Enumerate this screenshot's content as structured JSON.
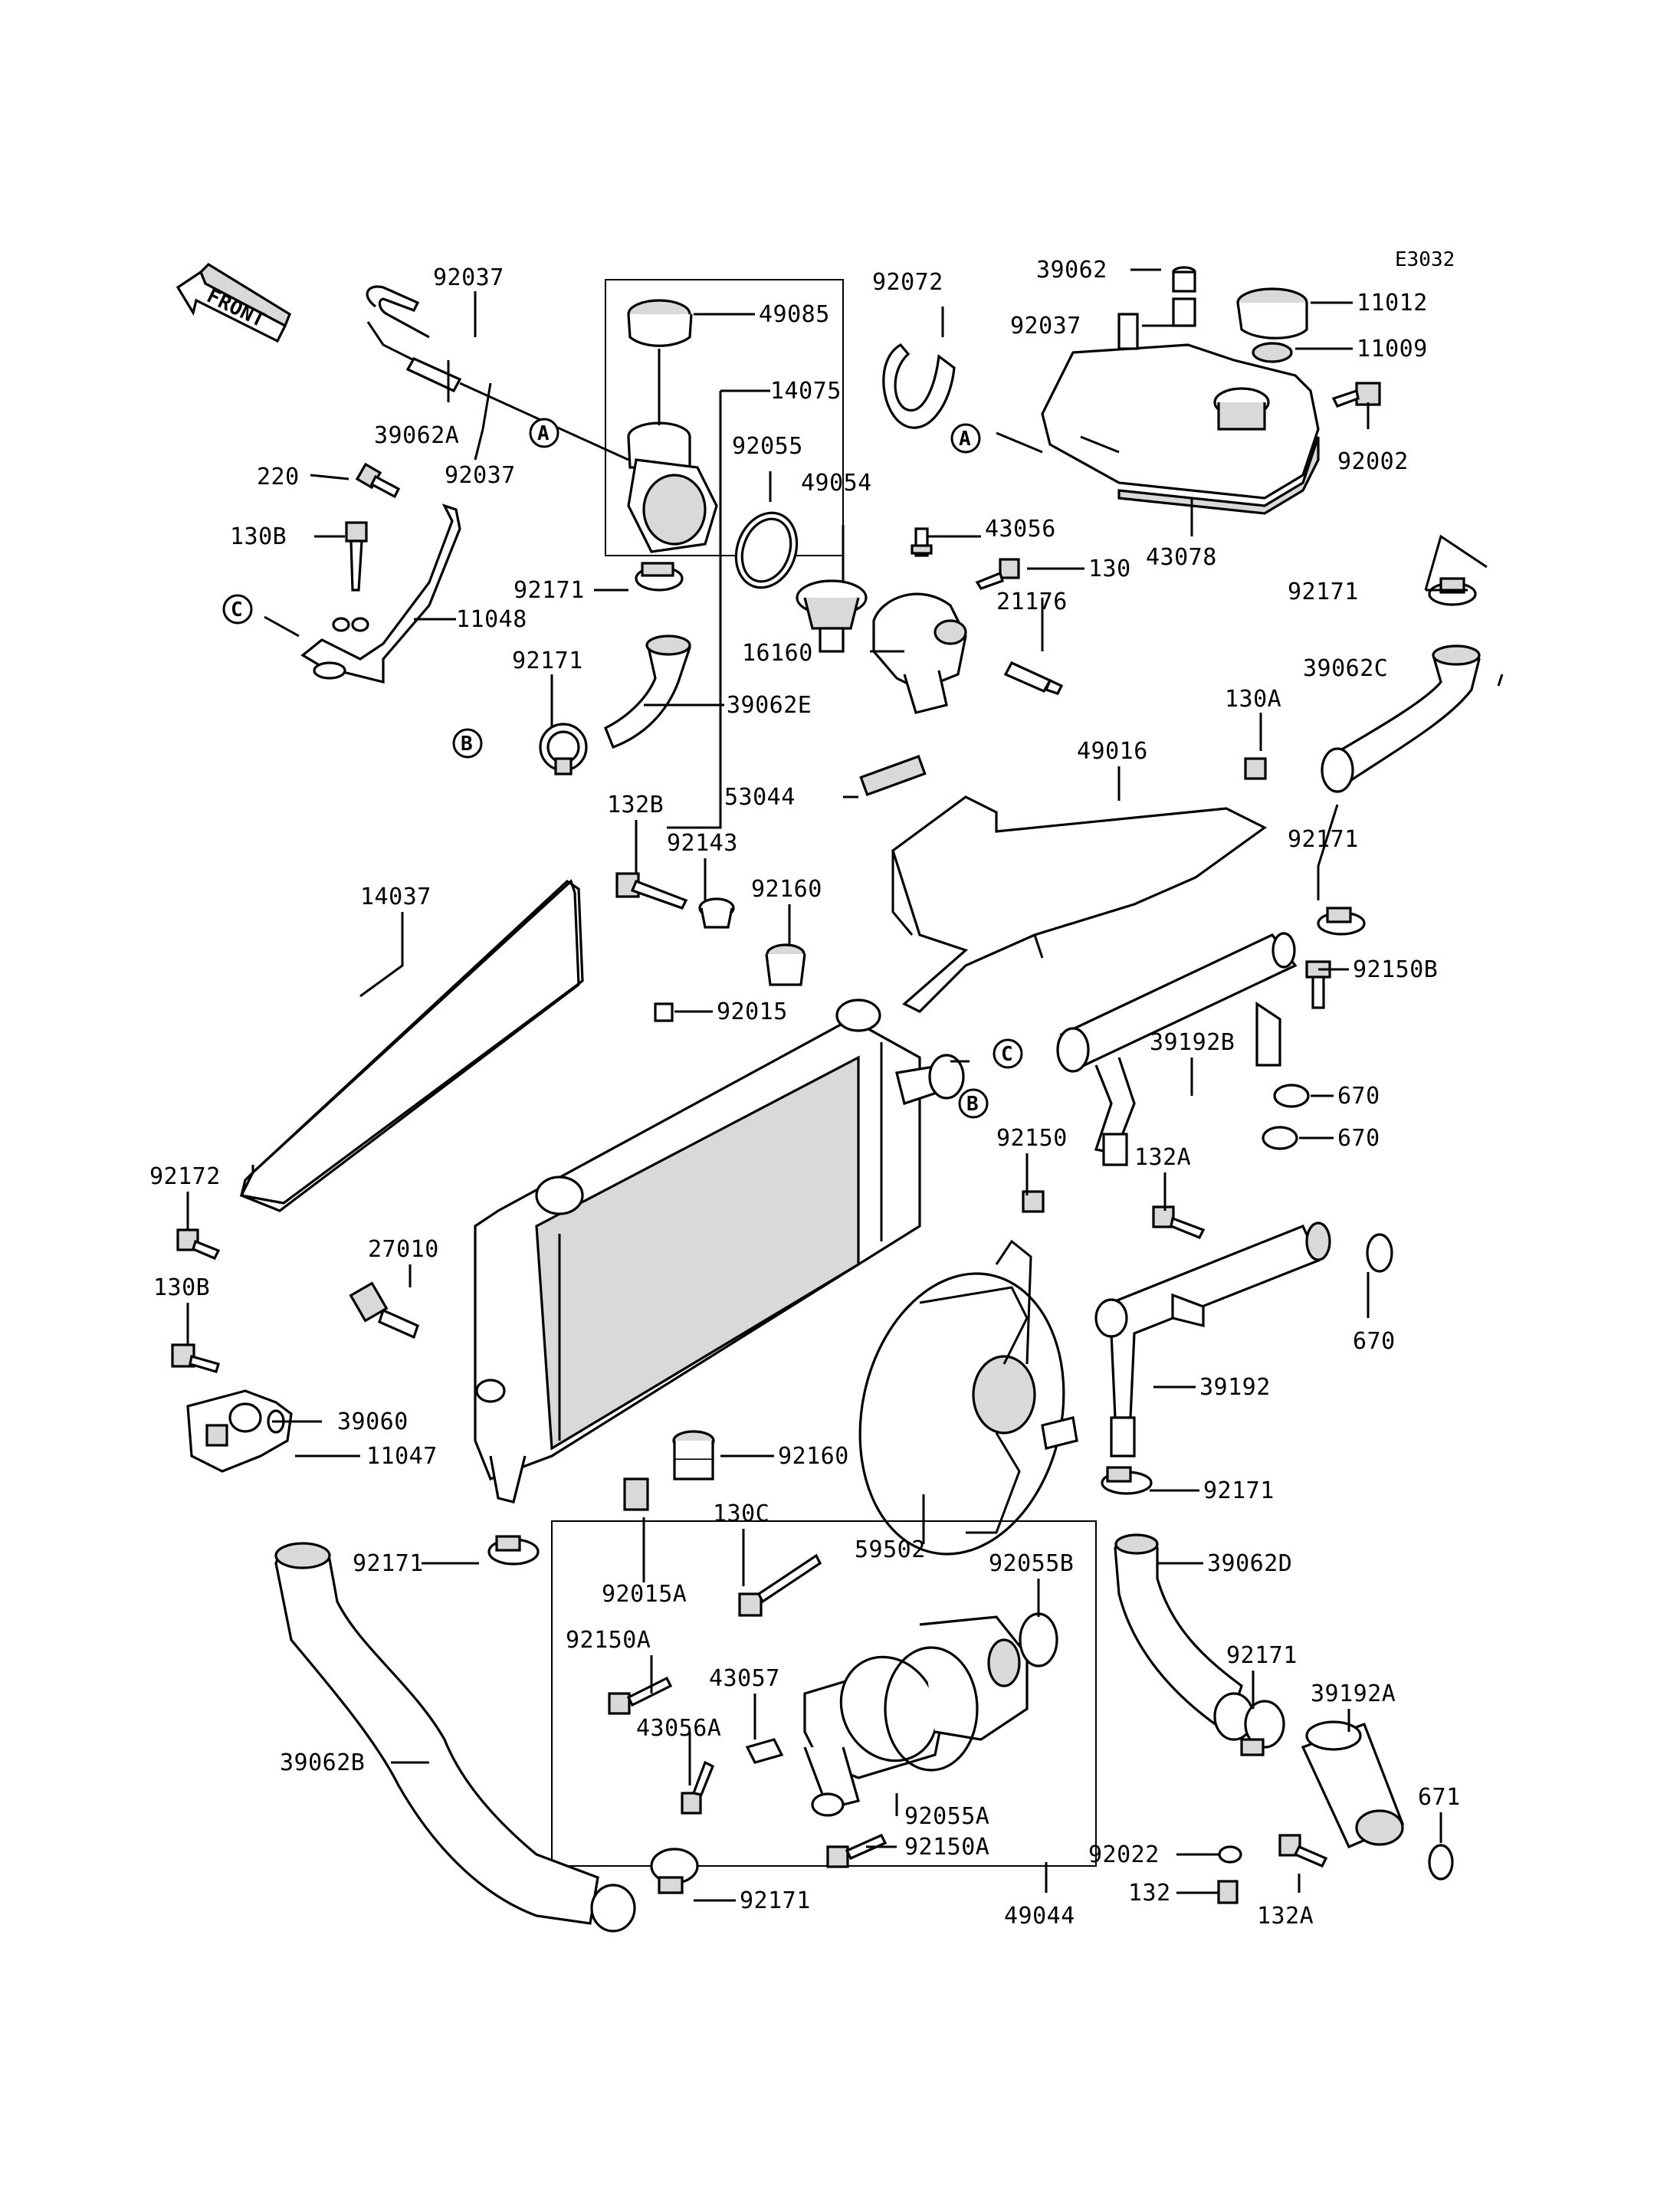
{
  "diagram": {
    "code": "E3032",
    "front_label": "FRONT",
    "callout_letters": [
      "A",
      "B",
      "C"
    ],
    "labels": [
      "92037",
      "49085",
      "14075",
      "39062A",
      "92037",
      "220",
      "130B",
      "11048",
      "92171",
      "92171",
      "39062E",
      "92072",
      "92055",
      "49054",
      "43056",
      "130",
      "21176",
      "16160",
      "39062",
      "92037",
      "11012",
      "11009",
      "92002",
      "43078",
      "92171",
      "39062C",
      "130A",
      "49016",
      "53044",
      "132B",
      "92143",
      "92160",
      "14037",
      "92015",
      "92171",
      "92150B",
      "39192B",
      "670",
      "670",
      "92150",
      "132A",
      "670",
      "39192",
      "92172",
      "27010",
      "130B",
      "39060",
      "11047",
      "92160",
      "92171",
      "59502",
      "92171",
      "130C",
      "92015A",
      "92055B",
      "39062D",
      "92150A",
      "43057",
      "43056A",
      "92055A",
      "92150A",
      "92171",
      "39192A",
      "671",
      "92022",
      "132",
      "132A",
      "39062B",
      "92171",
      "49044"
    ]
  }
}
